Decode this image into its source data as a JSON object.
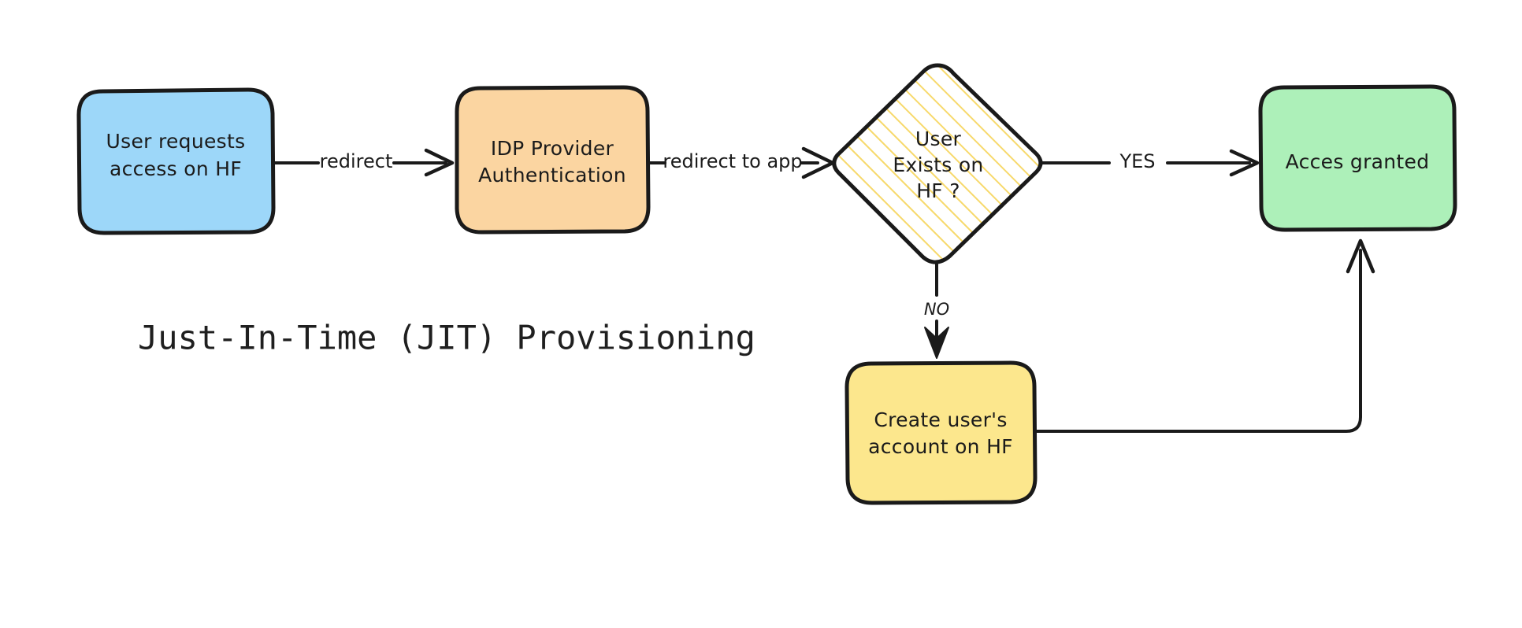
{
  "diagram": {
    "title": "Just-In-Time (JIT) Provisioning",
    "background_color": "#ffffff",
    "stroke_color": "#1a1a1a",
    "nodes": [
      {
        "id": "user-request",
        "label_line1": "User requests",
        "label_line2": "access on HF",
        "shape": "rounded-rectangle",
        "fill_color": "#9DD7F9"
      },
      {
        "id": "idp-auth",
        "label_line1": "IDP Provider",
        "label_line2": "Authentication",
        "shape": "rounded-rectangle",
        "fill_color": "#FBD5A1"
      },
      {
        "id": "user-exists-decision",
        "label_line1": "User",
        "label_line2": "Exists on",
        "label_line3": "HF ?",
        "shape": "diamond",
        "fill_color": "#ffffff",
        "hatch_color": "#F7D96B"
      },
      {
        "id": "access-granted",
        "label_line1": "Acces granted",
        "shape": "rounded-rectangle",
        "fill_color": "#ADF0B9"
      },
      {
        "id": "create-account",
        "label_line1": "Create user's",
        "label_line2": "account on HF",
        "shape": "rounded-rectangle",
        "fill_color": "#FCE78D"
      }
    ],
    "edges": [
      {
        "id": "edge-redirect",
        "label": "redirect",
        "from": "user-request",
        "to": "idp-auth"
      },
      {
        "id": "edge-redirect-to-app",
        "label": "redirect to app",
        "from": "idp-auth",
        "to": "user-exists-decision"
      },
      {
        "id": "edge-yes",
        "label": "YES",
        "from": "user-exists-decision",
        "to": "access-granted"
      },
      {
        "id": "edge-no",
        "label": "NO",
        "from": "user-exists-decision",
        "to": "create-account"
      },
      {
        "id": "edge-loopback",
        "label": "",
        "from": "create-account",
        "to": "access-granted"
      }
    ]
  }
}
